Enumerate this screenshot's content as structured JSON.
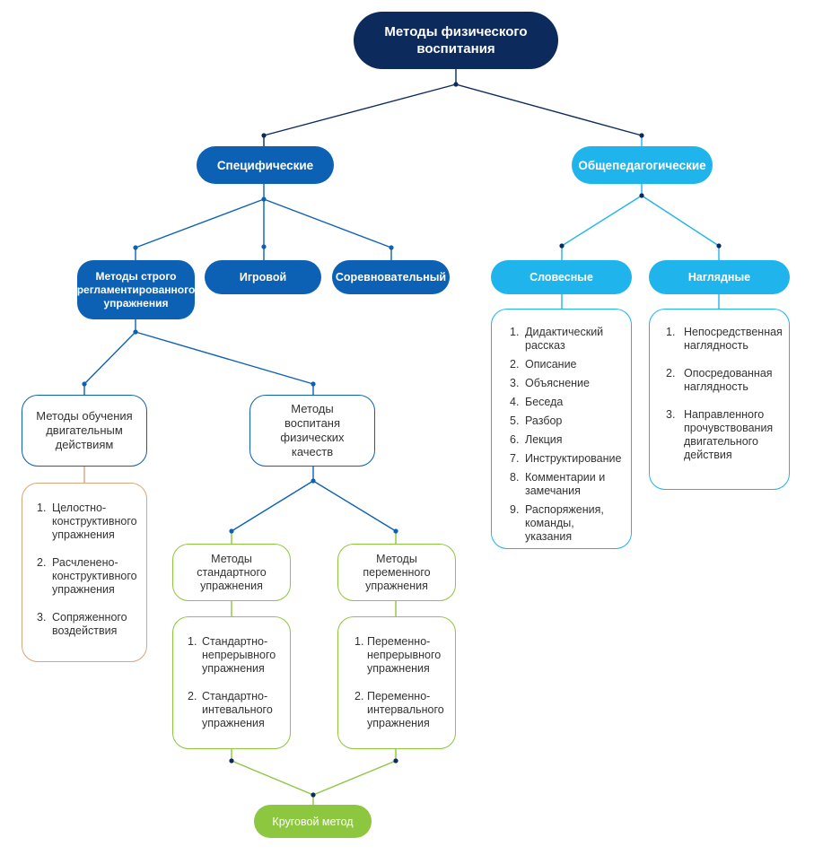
{
  "colors": {
    "root": "#0c2a5c",
    "dark_blue": "#0d61b4",
    "light_blue": "#1fb4ec",
    "green": "#8dc63f",
    "orange": "#d9a57a"
  },
  "root": {
    "label": "Методы физического воспитания"
  },
  "specific": {
    "label": "Специфические",
    "children": {
      "regulated": {
        "label": "Методы строго регламентированного упражнения"
      },
      "game": {
        "label": "Игровой"
      },
      "competitive": {
        "label": "Соревновательный"
      }
    }
  },
  "motor": {
    "label": "Методы обучения двигательным действиям",
    "items": [
      {
        "num": "1.",
        "text": "Целостно-конструктивного упражнения"
      },
      {
        "num": "2.",
        "text": "Расчленено-конструктивного упражнения"
      },
      {
        "num": "3.",
        "text": "Сопряженного воздействия"
      }
    ]
  },
  "physical": {
    "label": "Методы воспитаня физических качеств"
  },
  "standard": {
    "label": "Методы стандартного упражнения",
    "items": [
      {
        "num": "1.",
        "text": "Стандартно-непрерывного упражнения"
      },
      {
        "num": "2.",
        "text": "Стандартно-интевального упражнения"
      }
    ]
  },
  "variable": {
    "label": "Методы переменного упражнения",
    "items": [
      {
        "num": "1.",
        "text": "Переменно-непрерывного упражнения"
      },
      {
        "num": "2.",
        "text": "Переменно-интервального упражнения"
      }
    ]
  },
  "circuit": {
    "label": "Круговой метод"
  },
  "general": {
    "label": "Общепедагогические",
    "verbal": {
      "label": "Словесные",
      "items": [
        {
          "num": "1.",
          "text": "Дидактический рассказ"
        },
        {
          "num": "2.",
          "text": "Описание"
        },
        {
          "num": "3.",
          "text": "Объяснение"
        },
        {
          "num": "4.",
          "text": "Беседа"
        },
        {
          "num": "5.",
          "text": "Разбор"
        },
        {
          "num": "6.",
          "text": "Лекция"
        },
        {
          "num": "7.",
          "text": "Инструктирование"
        },
        {
          "num": "8.",
          "text": "Комментарии и замечания"
        },
        {
          "num": "9.",
          "text": "Распоряжения, команды, указания"
        }
      ]
    },
    "visual": {
      "label": "Наглядные",
      "items": [
        {
          "num": "1.",
          "text": "Непосредственная наглядность"
        },
        {
          "num": "2.",
          "text": "Опосредованная наглядность"
        },
        {
          "num": "3.",
          "text": "Направленного прочувствования двигательного действия"
        }
      ]
    }
  }
}
